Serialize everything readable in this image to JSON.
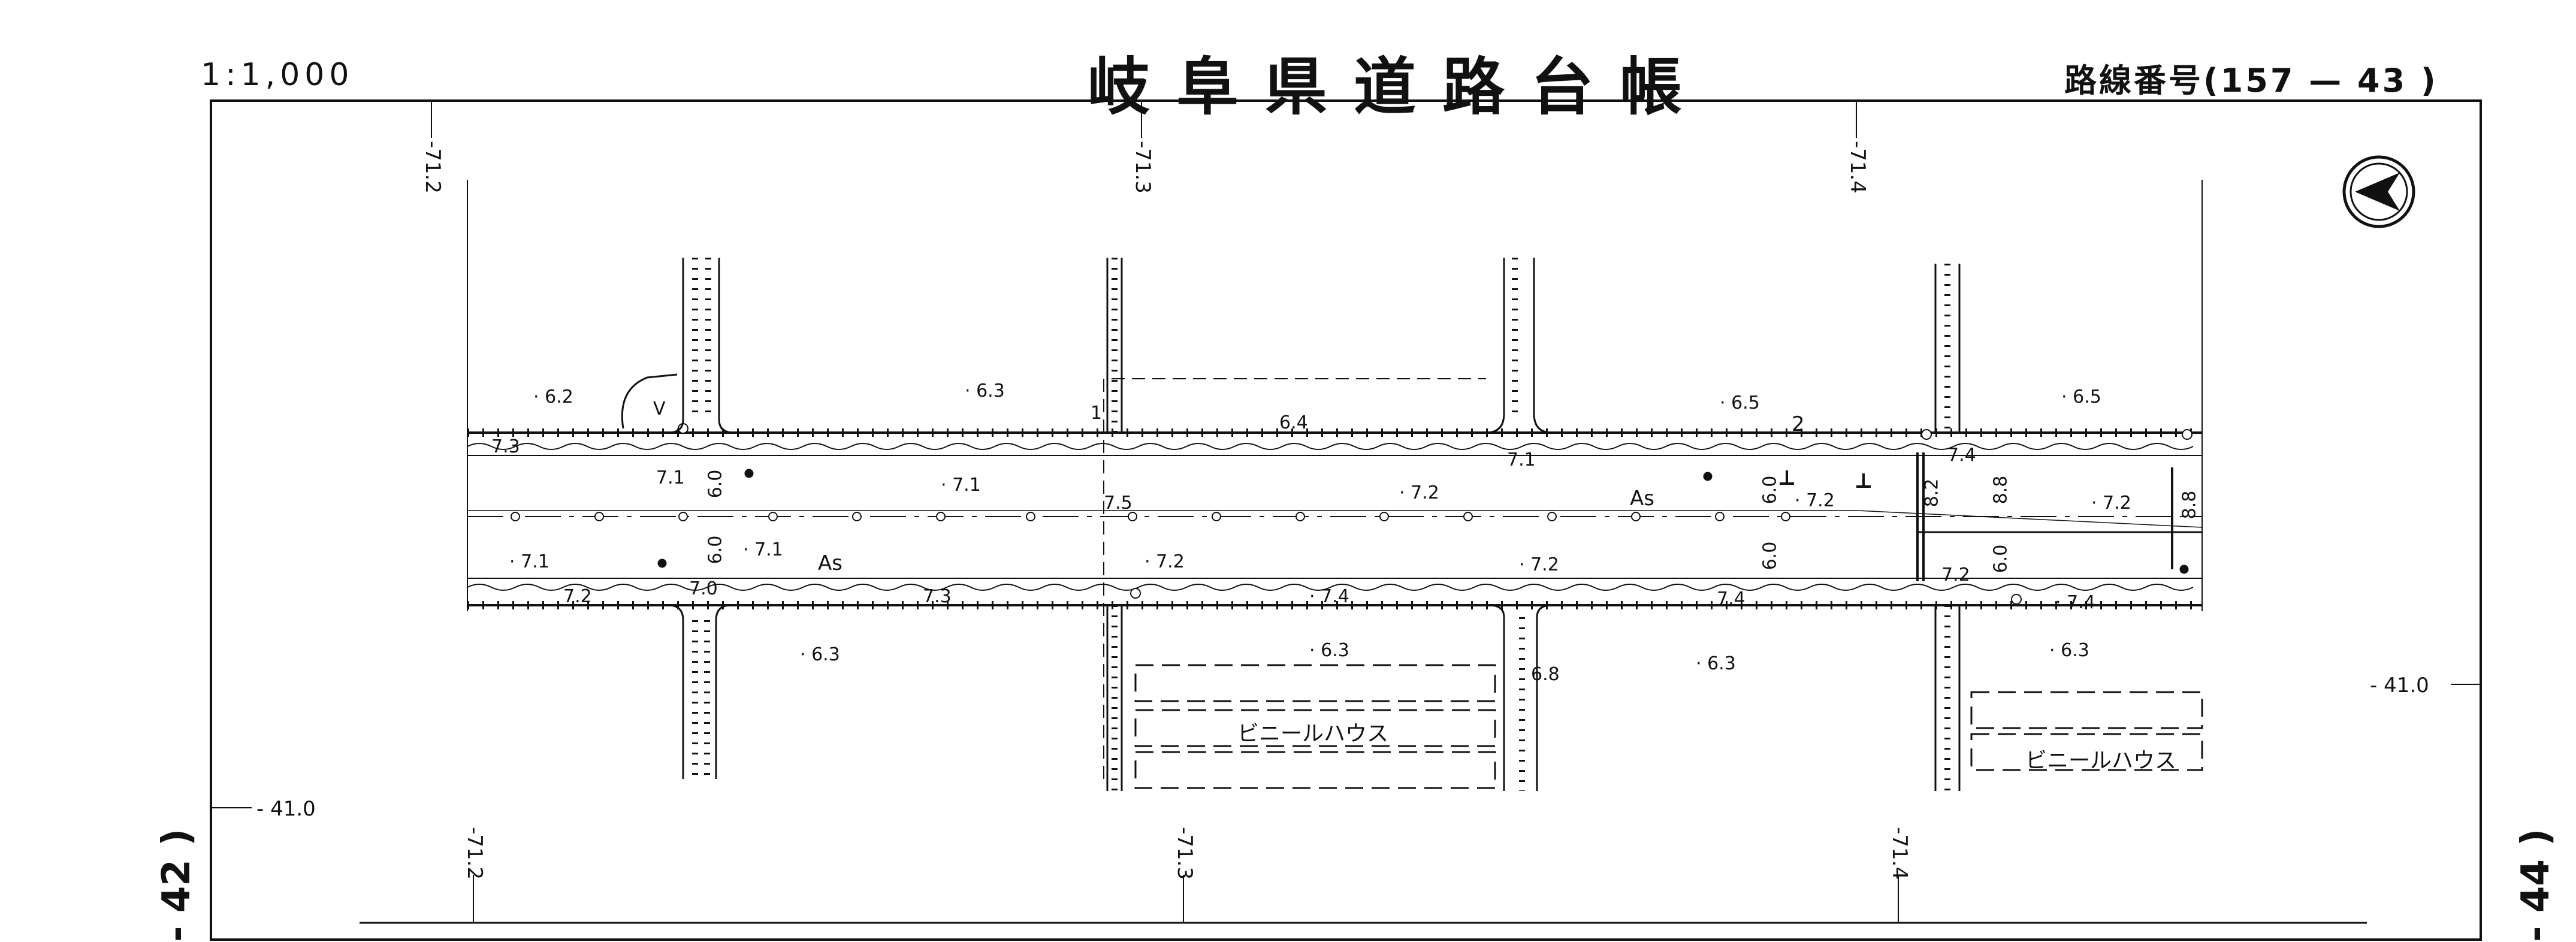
{
  "sheet": {
    "scale": "1:1,000",
    "title": "岐阜県道路台帳",
    "route_label": "路線番号(157 — 43 )",
    "prev_sheet": "- 42 )",
    "next_sheet": "- 44 )"
  },
  "grid_refs": {
    "x_top": [
      "-71.2",
      "-71.3",
      "-71.4"
    ],
    "x_bottom": [
      "-71.2",
      "-71.3",
      "-71.4"
    ],
    "y": [
      "- 41.0",
      "- 41.0"
    ]
  },
  "labels": {
    "elev_62": "· 6.2",
    "elev_63a": "· 6.3",
    "elev_64": "6.4",
    "elev_65a": "· 6.5",
    "elev_65b": "· 6.5",
    "road_num": "2",
    "elev_73": "7.3",
    "elev_71a": "7.1",
    "elev_71b": "· 7.1",
    "elev_71c": "7.1",
    "elev_71d": "· 7.1",
    "elev_71e": "· 7.1",
    "elev_72a": "· 7.2",
    "elev_72b": "· 7.2",
    "elev_72c": "· 7.2",
    "elev_72d": "· 7.2",
    "elev_72e": "· 7.2",
    "elev_72f": "7.2",
    "elev_72g": "7.2",
    "elev_74a": "7.4",
    "elev_74b": "7.4",
    "elev_74c": "· 7.4",
    "elev_74d": "· 7.4",
    "elev_75": "7.5",
    "elev_70": "7.0",
    "elev_73b": "7.3",
    "elev_63b": "· 6.3",
    "elev_63c": "· 6.3",
    "elev_63d": "· 6.3",
    "elev_63e": "· 6.3",
    "elev_68": "6.8",
    "as_a": "As",
    "as_b": "As",
    "width_a": "6.0",
    "width_b": "6.0",
    "width_c": "6.0",
    "width_d": "6.0",
    "width_e": "8.2",
    "width_f": "8.8",
    "width_g": "8.8",
    "width_h": "6.0",
    "greenhouse_a": "ビニールハウス",
    "greenhouse_b": "ビニールハウス",
    "v_mark": "V",
    "pole_1": "1"
  }
}
